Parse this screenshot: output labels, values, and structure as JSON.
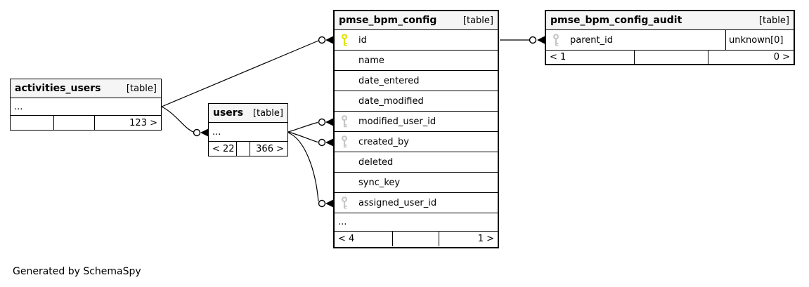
{
  "diagram": {
    "generator_note": "Generated by SchemaSpy",
    "colors": {
      "header_bg": "#f5f5f5",
      "primary_key": "#e2e200",
      "foreign_key": "#c6c6c6",
      "line": "#000000"
    },
    "tables": [
      {
        "name": "activities_users",
        "type_label": "[table]",
        "rows": [
          {
            "name": "..."
          }
        ],
        "footer": [
          "",
          "",
          "123 >"
        ]
      },
      {
        "name": "users",
        "type_label": "[table]",
        "rows": [
          {
            "name": "..."
          }
        ],
        "footer": [
          "< 22",
          "",
          "366 >"
        ]
      },
      {
        "name": "pmse_bpm_config",
        "type_label": "[table]",
        "rows": [
          {
            "name": "id",
            "key": "primary"
          },
          {
            "name": "name"
          },
          {
            "name": "date_entered"
          },
          {
            "name": "date_modified"
          },
          {
            "name": "modified_user_id",
            "key": "foreign"
          },
          {
            "name": "created_by",
            "key": "foreign"
          },
          {
            "name": "deleted"
          },
          {
            "name": "sync_key"
          },
          {
            "name": "assigned_user_id",
            "key": "foreign"
          },
          {
            "name": "..."
          }
        ],
        "footer": [
          "< 4",
          "",
          "1 >"
        ]
      },
      {
        "name": "pmse_bpm_config_audit",
        "type_label": "[table]",
        "rows": [
          {
            "name": "parent_id",
            "key": "foreign",
            "type_info": "unknown[0]"
          }
        ],
        "footer": [
          "< 1",
          "",
          "0 >"
        ]
      }
    ]
  }
}
